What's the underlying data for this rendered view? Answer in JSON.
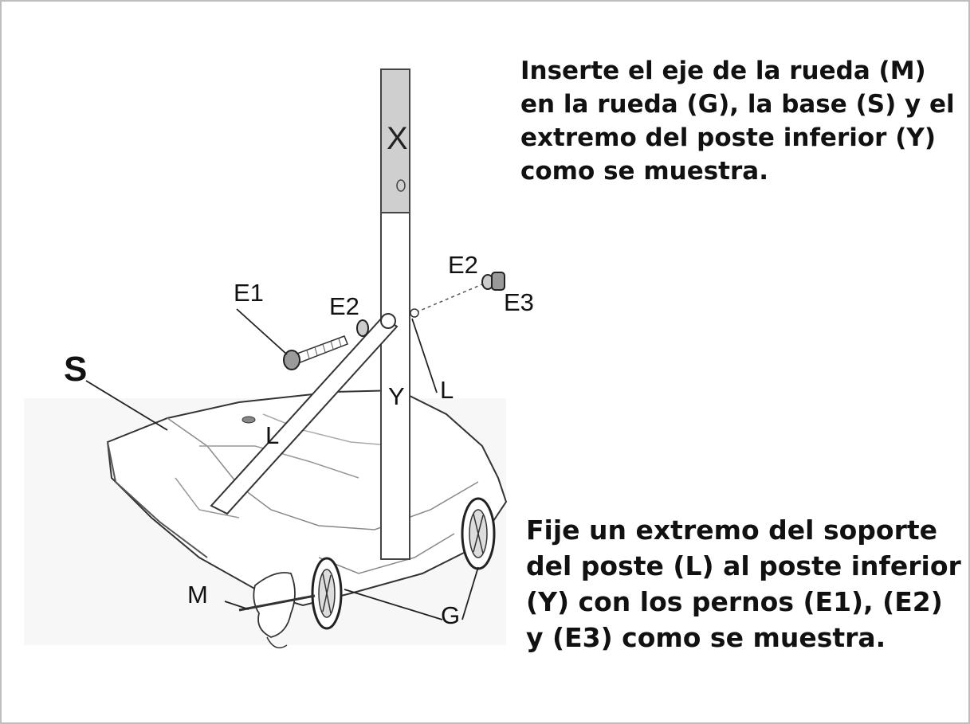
{
  "instructions": {
    "step_1": "Inserte el eje de la rueda (M)\nen la rueda (G), la base (S) y el\nextremo del poste inferior (Y)\ncomo se muestra.",
    "step_2": "Fije un extremo del soporte\ndel poste (L) al poste inferior\n(Y) con los pernos (E1), (E2)\ny (E3) como se muestra."
  },
  "diagram": {
    "labels": {
      "upper_pole": "X",
      "lower_pole": "Y",
      "base": "S",
      "bolt": "E1",
      "washer_left": "E2",
      "washer_right": "E2",
      "nut": "E3",
      "brace_top": "L",
      "brace_bottom": "L",
      "axle": "M",
      "wheel": "G"
    }
  }
}
